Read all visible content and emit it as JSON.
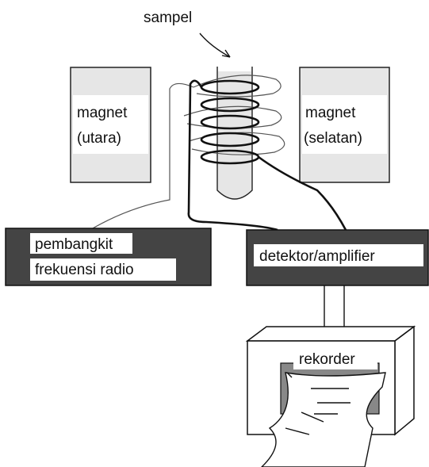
{
  "labels": {
    "sample": "sampel",
    "magnet_left_line1": "magnet",
    "magnet_left_line2": "(utara)",
    "magnet_right_line1": "magnet",
    "magnet_right_line2": "(selatan)",
    "generator_line1": "pembangkit",
    "generator_line2": "frekuensi radio",
    "detector": "detektor/amplifier",
    "recorder": "rekorder"
  },
  "colors": {
    "magnet_fill": "#e6e6e6",
    "box_fill": "#444444",
    "label_bg": "#ffffff",
    "line": "#111111"
  }
}
